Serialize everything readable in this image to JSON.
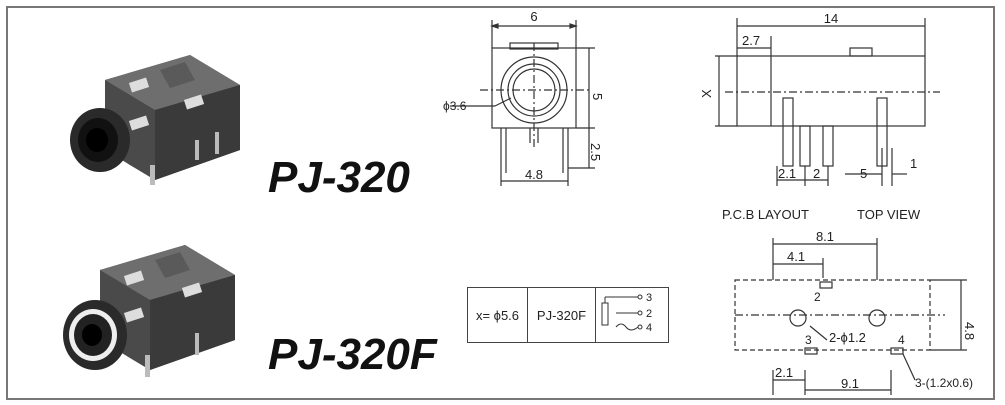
{
  "models": {
    "pj320": "PJ-320",
    "pj320f": "PJ-320F"
  },
  "front_view": {
    "width": "6",
    "hole_dia": "ϕ3.6",
    "height": "5",
    "pin_len": "2.5",
    "pin_span": "4.8"
  },
  "side_view": {
    "length": "14",
    "offset": "2.7",
    "height_var": "X",
    "pin_gap1": "2.1",
    "pin_gap2": "2",
    "pin_gap3": "5",
    "pin_w": "1"
  },
  "labels": {
    "pcb_layout": "P.C.B LAYOUT",
    "top_view": "TOP VIEW"
  },
  "pcb": {
    "span": "8.1",
    "inner": "4.1",
    "pin2": "2",
    "hole": "2-ϕ1.2",
    "pin3": "3",
    "pin4": "4",
    "height": "4.8",
    "left": "2.1",
    "base": "9.1",
    "pads": "3-(1.2x0.6)"
  },
  "spec_table": {
    "x_value": "x= ϕ5.6",
    "model": "PJ-320F",
    "pin3": "3",
    "pin2": "2",
    "pin4": "4"
  }
}
